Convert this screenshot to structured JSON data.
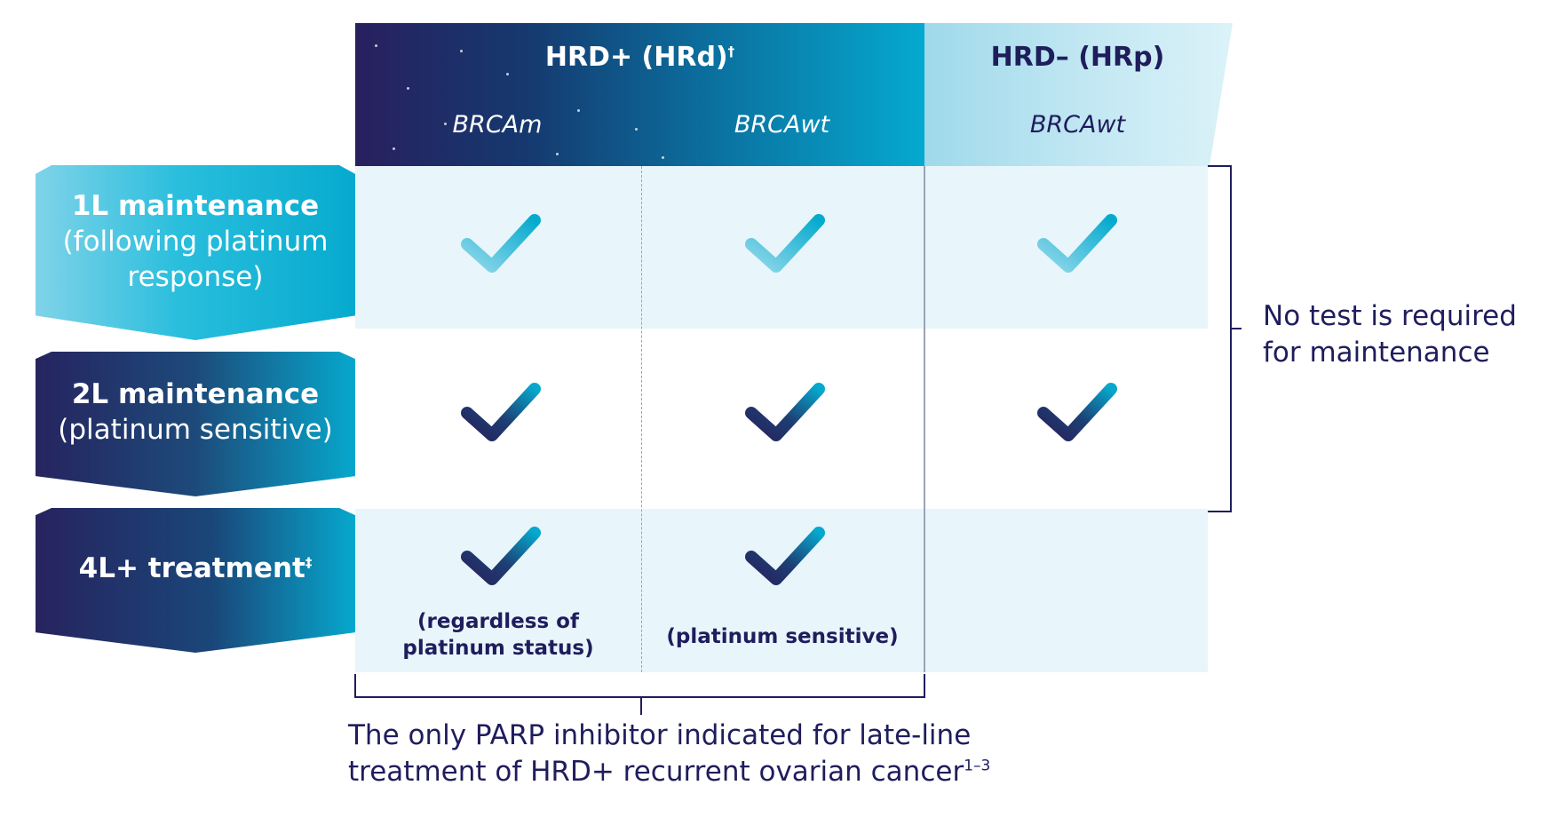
{
  "columns": {
    "hrd_positive": {
      "title": "HRD+ (HRd)",
      "title_mark": "†",
      "sub_left": "BRCAm",
      "sub_right": "BRCAwt"
    },
    "hrd_negative": {
      "title": "HRD– (HRp)",
      "sub": "BRCAwt"
    }
  },
  "rows": [
    {
      "bold": "1L maintenance",
      "regular_lines": [
        "(following platinum",
        "response)"
      ],
      "checks": [
        true,
        true,
        true
      ]
    },
    {
      "bold": "2L maintenance",
      "regular_lines": [
        "(platinum sensitive)"
      ],
      "checks": [
        true,
        true,
        true
      ]
    },
    {
      "bold": "4L+ treatment",
      "mark": "‡",
      "regular_lines": [],
      "checks": [
        true,
        true,
        false
      ],
      "notes": [
        [
          "(regardless of",
          "platinum status)"
        ],
        [
          "(platinum sensitive)"
        ]
      ]
    }
  ],
  "right_bracket": {
    "lines": [
      "No test is required",
      "for maintenance"
    ]
  },
  "bottom_bracket": {
    "line1": "The only PARP inhibitor indicated for late-line",
    "line2": "treatment of HRD+ recurrent ovarian cancer",
    "line2_ref": "1–3"
  },
  "colors": {
    "navy": "#1f1d5c",
    "cyan": "#06aace",
    "light_band": "#e8f5fb",
    "light_cyan": "#80d3e8"
  }
}
